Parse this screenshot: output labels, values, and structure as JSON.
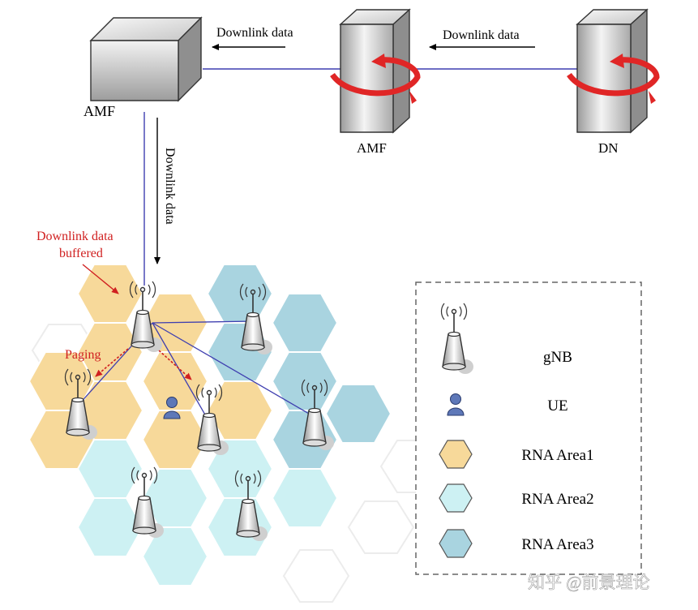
{
  "labels": {
    "amf_left": "AMF",
    "amf_middle": "AMF",
    "dn": "DN",
    "downlink_data_top_left": "Downlink data",
    "downlink_data_top_right": "Downlink data",
    "downlink_data_vertical": "Downlink data",
    "downlink_buffered_line1": "Downlink data",
    "downlink_buffered_line2": "buffered",
    "paging": "Paging"
  },
  "legend": {
    "items": [
      {
        "label": "gNB",
        "icon": "gnb-antenna-icon"
      },
      {
        "label": "UE",
        "icon": "user-icon"
      },
      {
        "label": "RNA Area1",
        "color": "#F7D99A"
      },
      {
        "label": "RNA Area2",
        "color": "#CDF1F3"
      },
      {
        "label": "RNA Area3",
        "color": "#A9D4E0"
      }
    ]
  },
  "watermark": "知乎 @前景理论",
  "colors": {
    "rna_area1": "#F7D99A",
    "rna_area2": "#CDF1F3",
    "rna_area3": "#A9D4E0",
    "link_line": "#3F3FB0",
    "annotation_red": "#D02020",
    "server_gradient_dark": "#8C8C8C",
    "server_gradient_light": "#F2F2F2",
    "rotation_arrow": "#E02626"
  }
}
